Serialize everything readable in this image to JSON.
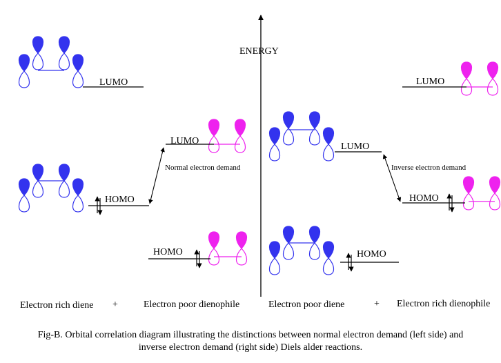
{
  "axis": {
    "label": "ENERGY"
  },
  "labels": {
    "lumo": "LUMO",
    "homo": "HOMO",
    "normal_demand": "Normal electron demand",
    "inverse_demand": "Inverse electron demand"
  },
  "bottom": {
    "left_diene": "Electron rich diene",
    "left_plus": "+",
    "left_dienophile": "Electron poor dienophile",
    "right_diene": "Electron poor diene",
    "right_plus": "+",
    "right_dienophile": "Electron rich dienophile"
  },
  "caption": {
    "line1": "Fig-B. Orbital correlation diagram illustrating the distinctions between normal electron demand (left side) and",
    "line2": "inverse electron demand (right side) Diels alder reactions."
  },
  "colors": {
    "diene": "#3333ee",
    "dienophile": "#ee22ee",
    "line": "#000000"
  }
}
